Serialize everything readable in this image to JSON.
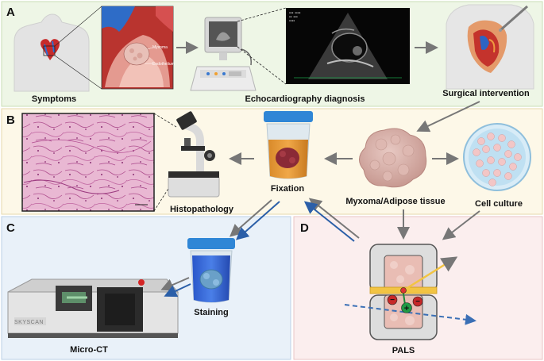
{
  "panels": {
    "a": {
      "letter": "A",
      "symptoms": "Symptoms",
      "myxoma_tag": "Myxoma",
      "endothelium_tag": "Endothelium",
      "echo_label": "Echocardiography diagnosis",
      "surgery_label": "Surgical intervention"
    },
    "b": {
      "letter": "B",
      "histo_label": "Histopathology",
      "fixation_label": "Fixation",
      "tissue_label": "Myxoma/Adipose tissue",
      "culture_label": "Cell culture"
    },
    "c": {
      "letter": "C",
      "staining_label": "Staining",
      "microct_label": "Micro-CT",
      "device_brand": "SKYSCAN"
    },
    "d": {
      "letter": "D",
      "pals_label": "PALS",
      "minus_sign": "−",
      "plus_sign": "+"
    }
  },
  "colors": {
    "panel_a_bg": "#eef6e6",
    "panel_b_bg": "#fdf8e8",
    "panel_c_bg": "#e9f1f9",
    "panel_d_bg": "#fbeeee",
    "arrow_gray": "#777777",
    "arrow_blue": "#2b5fa8"
  }
}
